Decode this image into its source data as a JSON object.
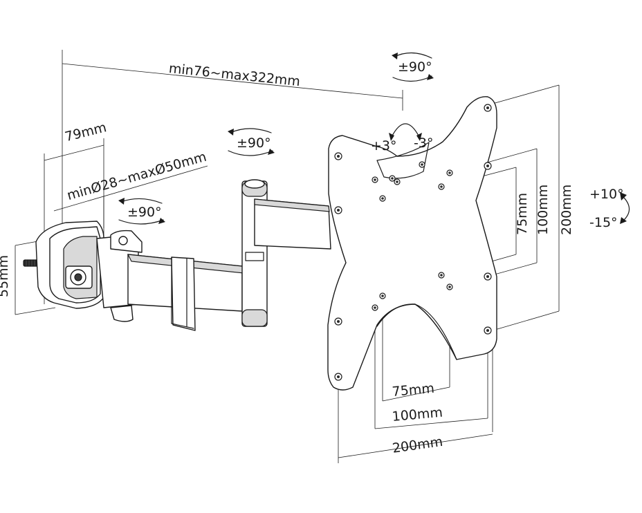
{
  "labels": {
    "arm_length": "min76~max322mm",
    "clamp_depth": "79mm",
    "pole_diameter": "minØ28~maxØ50mm",
    "clamp_height": "55mm",
    "swivel_top": "±90°",
    "swivel_mid": "±90°",
    "swivel_low": "±90°",
    "rotate_pos": "+3°",
    "rotate_neg": "-3°",
    "tilt_up": "+10°",
    "tilt_down": "-15°",
    "vesa_v_75": "75mm",
    "vesa_v_100": "100mm",
    "vesa_v_200": "200mm",
    "vesa_h_75": "75mm",
    "vesa_h_100": "100mm",
    "vesa_h_200": "200mm"
  },
  "colors": {
    "line": "#1a1a1a",
    "background": "#ffffff"
  }
}
